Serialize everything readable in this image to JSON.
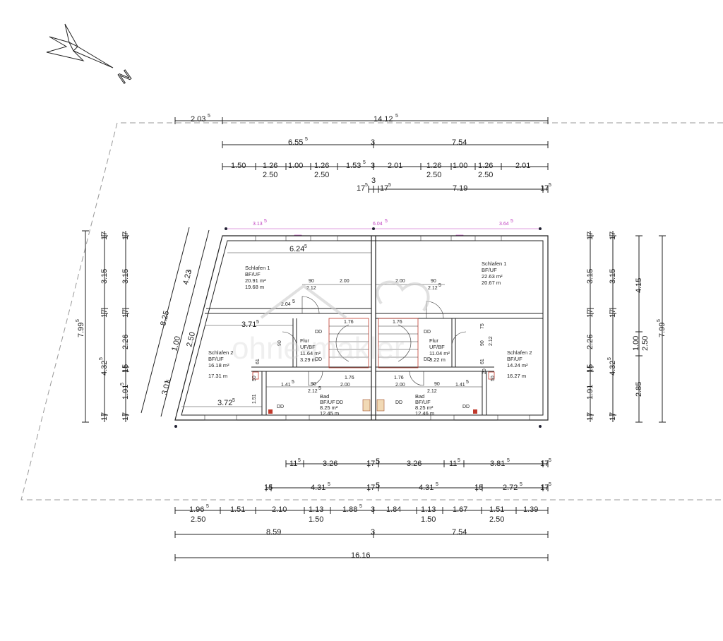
{
  "top_dims": {
    "row1": [
      "2.03",
      "14.12"
    ],
    "row1_sup": [
      "5",
      "5"
    ],
    "row2": [
      "6.55",
      "7.54"
    ],
    "row2_sup": [
      "5",
      ""
    ],
    "row2_mid": "3",
    "row3": [
      "1.50",
      "1.26",
      "1.00",
      "1.26",
      "1.53",
      "2.01",
      "1.26",
      "1.00",
      "1.26",
      "2.01"
    ],
    "row3_sup": "5",
    "row3_mid": "3",
    "row3_sub": [
      "2.50",
      "2.50",
      "2.50",
      "2.50"
    ],
    "row4_left": "17",
    "row4_mid": "3",
    "row4_val": "7.19",
    "row4_right": "17",
    "row4_sup": "5"
  },
  "magenta_dims": [
    "3.13",
    "6.04",
    "3.64"
  ],
  "magenta_sup": [
    "5",
    "5",
    "5"
  ],
  "left_dims": {
    "diag_outer": "8.25",
    "diag_mid": [
      "4.23",
      "1.00",
      "3.01"
    ],
    "diag_mid_sup": [
      "5",
      "5"
    ],
    "diag_inner": "2.50",
    "outer": "7.99",
    "outer_sup": "5",
    "mid": [
      "17",
      "3.15",
      "17",
      "4.32",
      "17"
    ],
    "mid_sup": "5",
    "inner": [
      "17",
      "3.15",
      "17",
      "2.26",
      "15",
      "1.91",
      "17"
    ],
    "inner_sup": "5"
  },
  "right_dims": {
    "a": [
      "17",
      "3.15",
      "17",
      "2.26",
      "15",
      "1.91",
      "17"
    ],
    "b": [
      "17",
      "3.15",
      "17",
      "4.32",
      "17"
    ],
    "c": [
      "4.15",
      "1.00",
      "2.85"
    ],
    "c_mid": "2.50",
    "d": "7.99",
    "sup": "5"
  },
  "rooms": {
    "sl1_left": {
      "name": "Schlafen 1",
      "type": "BF/UF",
      "area": "20.91 m²",
      "perim": "19.68 m"
    },
    "sl1_right": {
      "name": "Schlafen 1",
      "type": "BF/UF",
      "area": "22.63 m²",
      "perim": "20.67 m"
    },
    "sl2_left": {
      "name": "Schlafen 2",
      "type": "BF/UF",
      "area": "16.18 m²",
      "perim": "17.31 m"
    },
    "sl2_right": {
      "name": "Schlafen 2",
      "type": "BF/UF",
      "area": "14.24 m²",
      "perim": "16.27 m"
    },
    "flur_left": {
      "name": "Flur",
      "type": "UF/BF",
      "area": "11.64 m²",
      "perim": "3.29 m"
    },
    "flur_right": {
      "name": "Flur",
      "type": "UF/BF",
      "area": "11.04 m²",
      "perim": "3.22 m"
    },
    "bad_left": {
      "name": "Bad",
      "type": "BF/UF",
      "area": "8.25 m²",
      "perim": "12.45 m"
    },
    "bad_right": {
      "name": "Bad",
      "type": "BF/UF",
      "area": "8.25 m²",
      "perim": "12.46 m"
    }
  },
  "inner_dims": {
    "d624": "6.24",
    "d624_sup": "5",
    "d90a": "90",
    "d200a": "2.00",
    "d212a": "2.12",
    "d200b": "2.00",
    "d90b": "90",
    "d212b": "2.12",
    "d212b_sup": "5",
    "d204": "2.04",
    "d204_sup": "5",
    "d371": "3.71",
    "d371_sup": "5",
    "d372": "3.72",
    "d372_sup": "5",
    "d141a": "1.41",
    "d141a_sup": "5",
    "d90c": "90",
    "d212c": "2.12",
    "d212c_sup": "5",
    "d200c": "2.00",
    "d176a": "1.76",
    "d176b": "1.76",
    "d200d": "2.00",
    "d212d": "2.12",
    "d90d": "90",
    "d141b": "1.41",
    "d141b_sup": "5",
    "dd": "DD",
    "stair": "1.76",
    "v75": "75",
    "v212": "2.12",
    "v90": "90",
    "v61": "61",
    "v50": "50",
    "v151": "1.51",
    "v20": "20"
  },
  "bottom_dims": {
    "row1": [
      "11",
      "3.26",
      "17",
      "5",
      "3.26",
      "11",
      "3.81",
      "17"
    ],
    "row1_sup": "5",
    "row2": [
      "15",
      "4.31",
      "17",
      "5",
      "4.31",
      "15",
      "2.72",
      "17"
    ],
    "row2_sup": "5",
    "row3": [
      "1.96",
      "1.51",
      "2.10",
      "1.13",
      "1.88",
      "3",
      "1.84",
      "1.13",
      "1.67",
      "1.51",
      "1.39"
    ],
    "row3_sup": "5",
    "row3_sub": [
      "2.50",
      "1.50",
      "1.50",
      "2.50"
    ],
    "row4": [
      "8.59",
      "3",
      "7.54"
    ],
    "row5": "16.16"
  },
  "north_label": "N",
  "watermark": "ohne-makler"
}
